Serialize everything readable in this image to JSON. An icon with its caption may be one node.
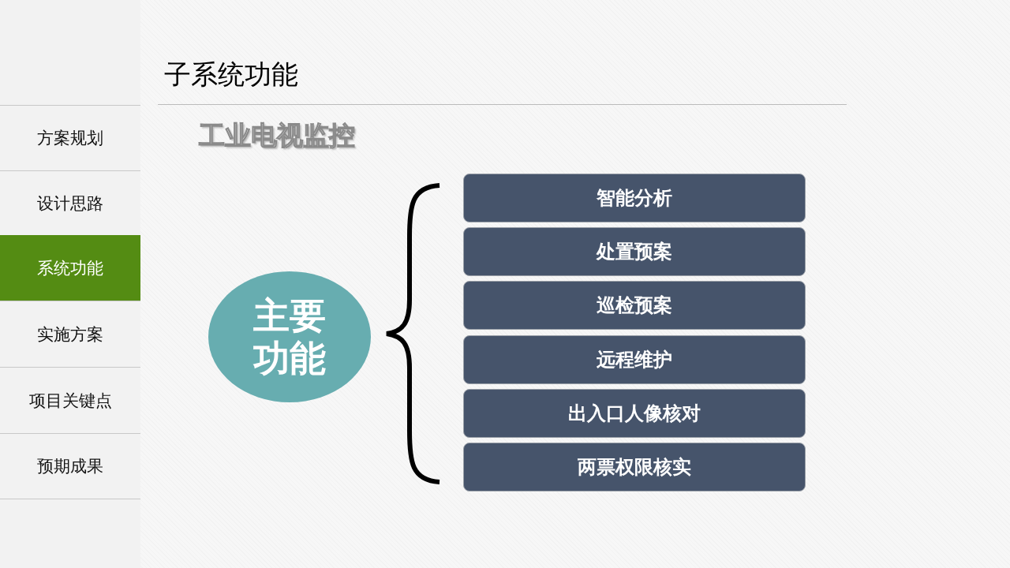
{
  "diagram": {
    "title": "子系统功能",
    "nodes": [
      {
        "text": [
          "方案规划"
        ]
      },
      {
        "text": [
          "设计思路"
        ]
      },
      {
        "text": [
          "系统功能"
        ]
      },
      {
        "text": [
          "实施方案"
        ]
      },
      {
        "text": [
          "项目关键点"
        ]
      },
      {
        "text": [
          "预期成果"
        ]
      },
      {
        "text": [
          "主要功能"
        ]
      },
      {
        "text": [
          "智能分析"
        ]
      },
      {
        "text": [
          "处置预案"
        ]
      },
      {
        "text": [
          "巡检预案"
        ]
      },
      {
        "text": [
          "远程维护"
        ]
      },
      {
        "text": [
          "出入口人像核对"
        ]
      },
      {
        "text": [
          "两票权限核实"
        ]
      }
    ],
    "labels": [
      "工业电视监控"
    ]
  }
}
